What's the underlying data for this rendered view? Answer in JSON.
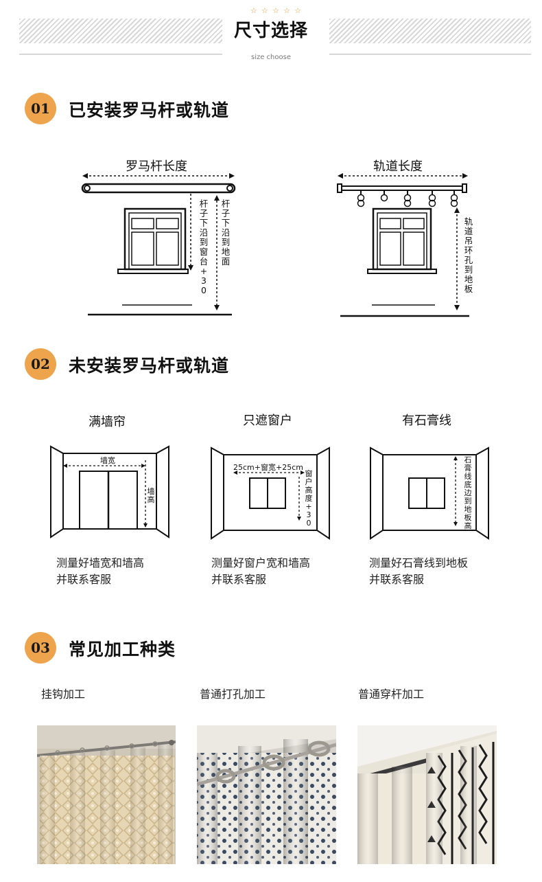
{
  "header": {
    "title": "尺寸选择",
    "subtitle": "size choose",
    "stars": [
      "☆",
      "☆",
      "☆",
      "☆",
      "☆"
    ]
  },
  "section1": {
    "number": "01",
    "title": "已安装罗马杆或轨道",
    "rod": {
      "length_label": "罗马杆长度",
      "v_label_window": "杆子下沿到窗台+30",
      "v_label_floor": "杆子下沿到地面"
    },
    "track": {
      "length_label": "轨道长度",
      "v_label": "轨道吊环孔到地板"
    }
  },
  "section2": {
    "number": "02",
    "title": "未安装罗马杆或轨道",
    "items": [
      {
        "label": "满墙帘",
        "width_label": "墙宽",
        "height_label": "墙高",
        "desc_line1": "测量好墙宽和墙高",
        "desc_line2": "并联系客服"
      },
      {
        "label": "只遮窗户",
        "width_label": "25cm+窗宽+25cm",
        "height_label": "窗户高度+30",
        "desc_line1": "测量好窗户宽和墙高",
        "desc_line2": "并联系客服"
      },
      {
        "label": "有石膏线",
        "height_label": "石膏线底边到地板高",
        "desc_line1": "测量好石膏线到地板",
        "desc_line2": "并联系客服"
      }
    ]
  },
  "section3": {
    "number": "03",
    "title": "常见加工种类",
    "items": [
      {
        "label": "挂钩加工"
      },
      {
        "label": "普通打孔加工"
      },
      {
        "label": "普通穿杆加工"
      }
    ]
  }
}
